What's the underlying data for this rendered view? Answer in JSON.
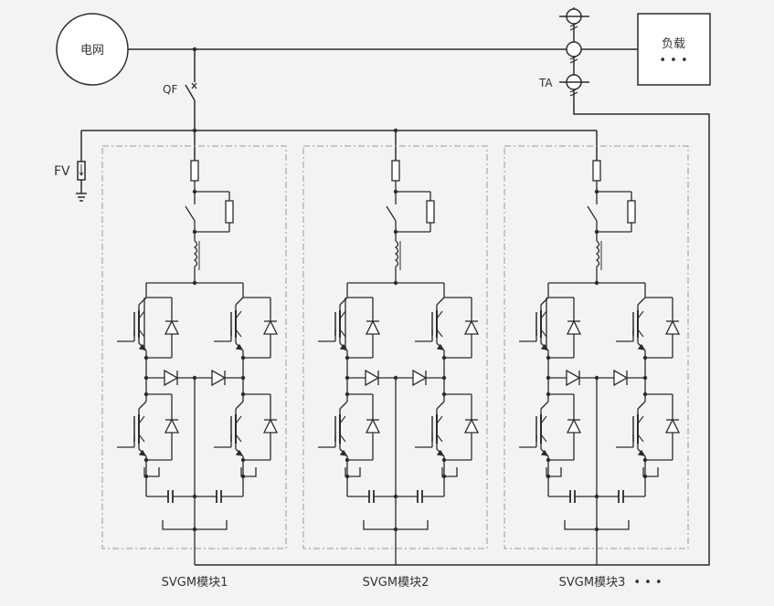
{
  "grid_label": "电网",
  "load": {
    "label": "负载",
    "more": "• • •"
  },
  "breaker_label": "QF",
  "arrester_label": "FV",
  "ct_label": "TA",
  "modules": [
    {
      "label": "SVGM模块1"
    },
    {
      "label": "SVGM模块2"
    },
    {
      "label": "SVGM模块3"
    }
  ],
  "more_modules": "• • •",
  "colors": {
    "line": "#2b2b2b",
    "dashed_box": "#9a9a9a",
    "background": "#f3f3f3"
  }
}
